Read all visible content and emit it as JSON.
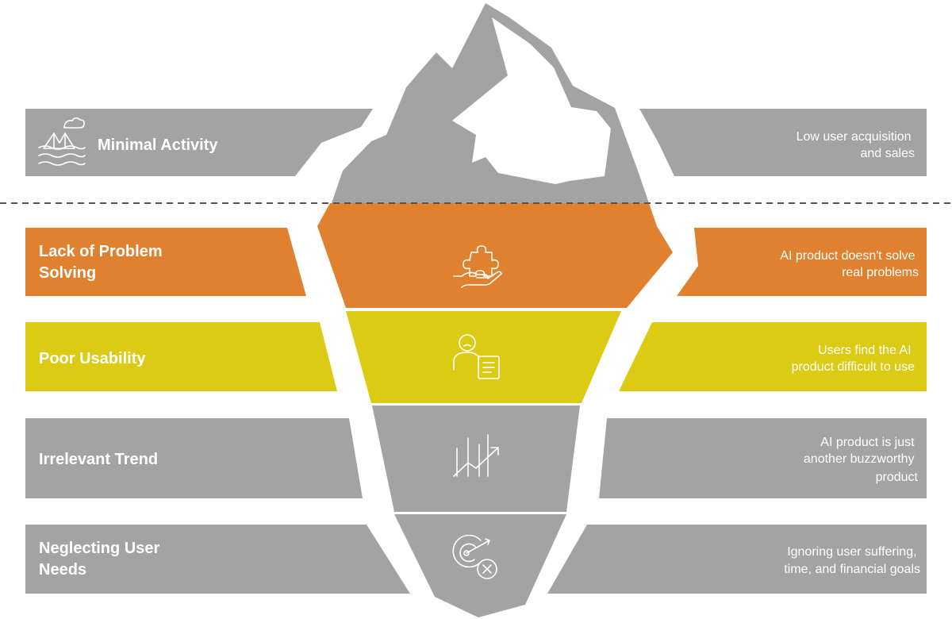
{
  "colors": {
    "gray": "#a3a3a3",
    "orange": "#e08130",
    "yellow": "#dccb15",
    "snow": "#ffffff",
    "waterline": "#555555"
  },
  "icons": {
    "tip": "sinking-boat-icon",
    "row1": "hand-puzzle-icon",
    "row2": "user-document-icon",
    "row3": "trend-chart-icon",
    "row4": "target-cancel-icon"
  },
  "tip": {
    "title": "Minimal Activity",
    "description": [
      "Low user acquisition",
      "and sales"
    ]
  },
  "layers": [
    {
      "title": [
        "Lack of Problem",
        "Solving"
      ],
      "description": [
        "AI product doesn't solve",
        "real problems"
      ],
      "color": "orange"
    },
    {
      "title": [
        "Poor Usability"
      ],
      "description": [
        "Users find the AI",
        "product difficult to use"
      ],
      "color": "yellow"
    },
    {
      "title": [
        "Irrelevant Trend"
      ],
      "description": [
        "AI product is just",
        "another buzzworthy",
        "product"
      ],
      "color": "gray"
    },
    {
      "title": [
        "Neglecting User",
        "Needs"
      ],
      "description": [
        "Ignoring user suffering,",
        "time, and financial goals"
      ],
      "color": "gray"
    }
  ]
}
